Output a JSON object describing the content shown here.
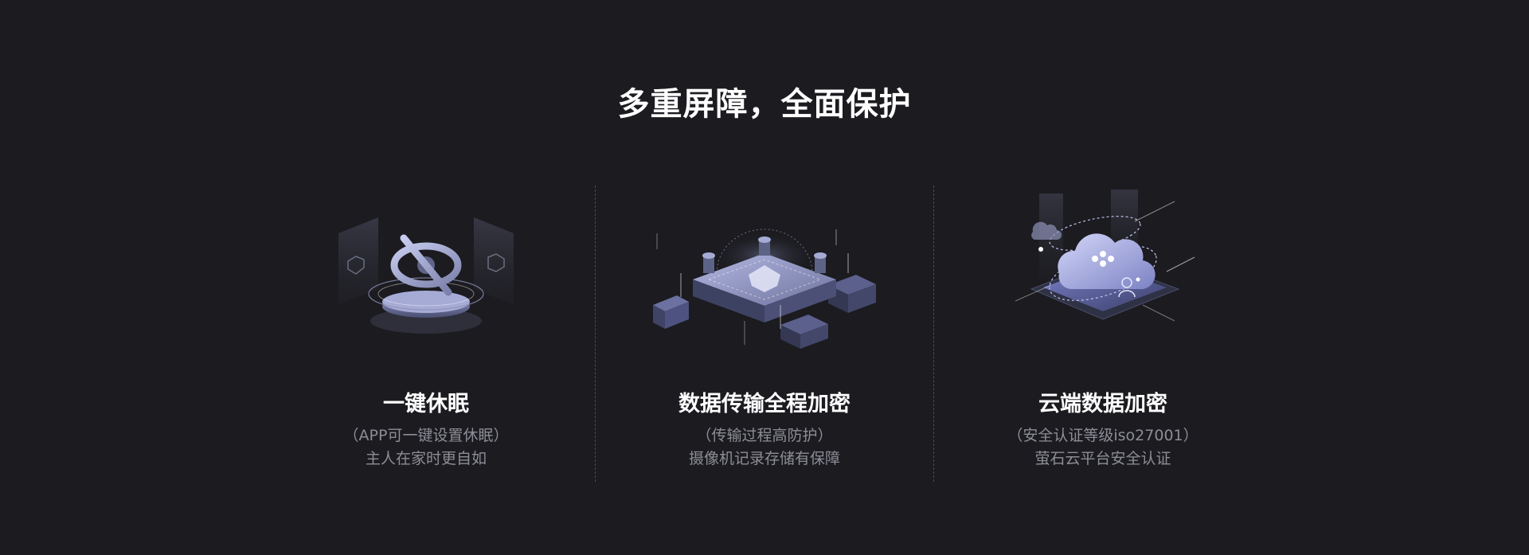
{
  "title": "多重屏障，全面保护",
  "features": [
    {
      "icon": "eye-off-sleep-icon",
      "title": "一键休眠",
      "line1": "（APP可一键设置休眠）",
      "line2": "主人在家时更自如"
    },
    {
      "icon": "encrypted-chip-icon",
      "title": "数据传输全程加密",
      "line1": "（传输过程高防护）",
      "line2": "摄像机记录存储有保障"
    },
    {
      "icon": "cloud-encryption-icon",
      "title": "云端数据加密",
      "line1": "（安全认证等级iso27001）",
      "line2": "萤石云平台安全认证"
    }
  ],
  "colors": {
    "background": "#1b1b20",
    "accent": "#9aa6ff",
    "muted_text": "#8d8d96"
  }
}
